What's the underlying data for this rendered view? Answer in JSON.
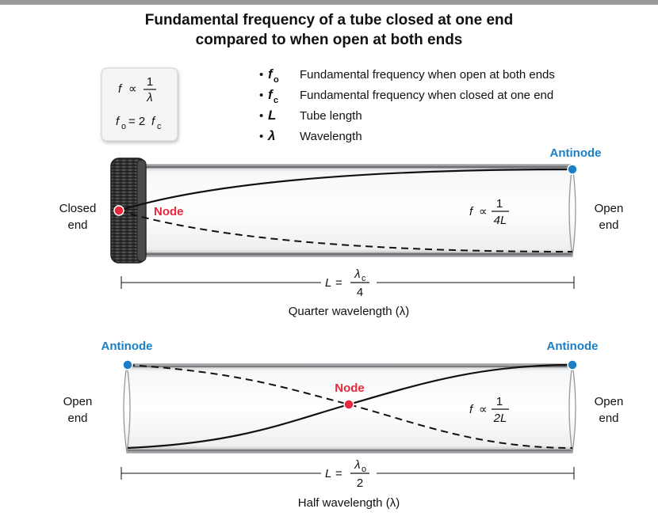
{
  "title": {
    "line1": "Fundamental frequency of a tube closed at one end",
    "line2": "compared to when open at both ends"
  },
  "formula_box": {
    "f1_lhs": "f",
    "f1_prop": "∝",
    "f1_num": "1",
    "f1_den": "λ",
    "f2_lhs": "f",
    "f2_lhs_sub": "o",
    "f2_mid": "= 2",
    "f2_rhs": "f",
    "f2_rhs_sub": "c"
  },
  "legend": [
    {
      "bullet": "•",
      "symbol": "f",
      "sub": "o",
      "text": "Fundamental frequency when open at both ends"
    },
    {
      "bullet": "•",
      "symbol": "f",
      "sub": "c",
      "text": "Fundamental frequency when closed at one end"
    },
    {
      "bullet": "•",
      "symbol": "L",
      "sub": "",
      "text": "Tube length"
    },
    {
      "bullet": "•",
      "symbol": "λ",
      "sub": "",
      "text": "Wavelength"
    }
  ],
  "tube_closed": {
    "left_label_1": "Closed",
    "left_label_2": "end",
    "right_label_1": "Open",
    "right_label_2": "end",
    "node_label": "Node",
    "antinode_label": "Antinode",
    "freq_lhs": "f",
    "freq_prop": "∝",
    "freq_num": "1",
    "freq_den": "4L",
    "len_lhs": "L",
    "len_eq": "=",
    "len_num": "λ",
    "len_num_sub": "c",
    "len_den": "4",
    "caption": "Quarter wavelength (λ)"
  },
  "tube_open": {
    "left_label_1": "Open",
    "left_label_2": "end",
    "right_label_1": "Open",
    "right_label_2": "end",
    "node_label": "Node",
    "antinode_left_label": "Antinode",
    "antinode_right_label": "Antinode",
    "freq_lhs": "f",
    "freq_prop": "∝",
    "freq_num": "1",
    "freq_den": "2L",
    "len_lhs": "L",
    "len_eq": "=",
    "len_num": "λ",
    "len_num_sub": "o",
    "len_den": "2",
    "caption": "Half wavelength (λ)"
  },
  "colors": {
    "node": "#e8283d",
    "antinode": "#1a7fc4",
    "tube_fill": "#f1f2f3",
    "tube_edge": "#8c8c8c",
    "cap": "#3c3c3c"
  }
}
